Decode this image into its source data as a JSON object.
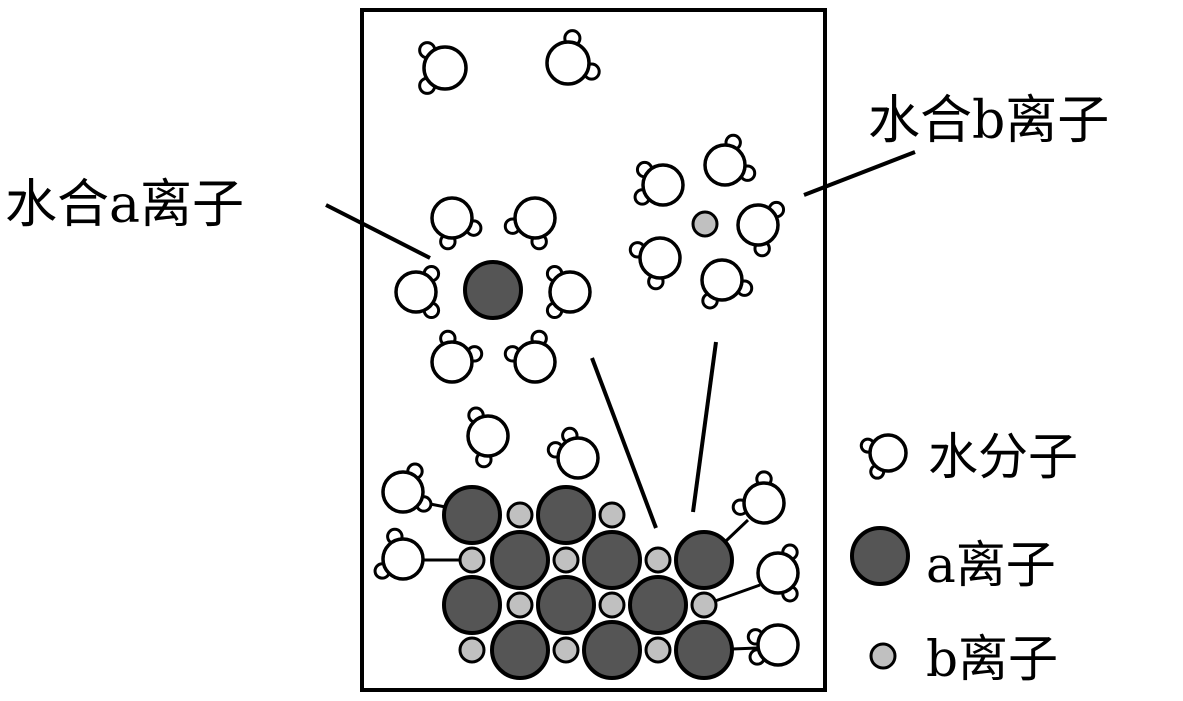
{
  "labels": {
    "hydrated_a": "水合a离子",
    "hydrated_b": "水合b离子"
  },
  "legend": {
    "water": "水分子",
    "a_ion": "a离子",
    "b_ion": "b离子"
  },
  "colors": {
    "stroke": "#000000",
    "water_fill": "#ffffff",
    "a_ion_fill": "#555555",
    "b_ion_fill": "#c0c0c0",
    "background": "#ffffff"
  }
}
